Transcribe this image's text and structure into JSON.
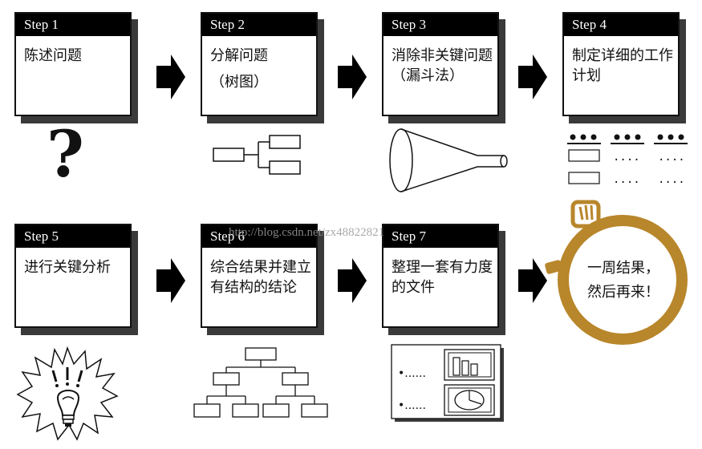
{
  "steps": [
    {
      "label": "Step 1",
      "text": "陈述问题",
      "sub": ""
    },
    {
      "label": "Step 2",
      "text": "分解问题",
      "sub": "（树图）"
    },
    {
      "label": "Step 3",
      "text": "消除非关键问题（漏斗法）",
      "sub": ""
    },
    {
      "label": "Step 4",
      "text": "制定详细的工作计划",
      "sub": ""
    },
    {
      "label": "Step 5",
      "text": "进行关键分析",
      "sub": ""
    },
    {
      "label": "Step 6",
      "text": "综合结果并建立有结构的结论",
      "sub": ""
    },
    {
      "label": "Step 7",
      "text": "整理一套有力度的文件",
      "sub": ""
    }
  ],
  "question_mark": "?",
  "plan_dots": [
    "....",
    "....",
    "....",
    "...."
  ],
  "doc_bullets": [
    "•......",
    "•......"
  ],
  "stopwatch": {
    "line1": "一周结果，",
    "line2": "然后再来！"
  },
  "watermark": "http://blog.csdn.net/zx48822821",
  "colors": {
    "ring": "#b8862b",
    "dark": "#111111"
  }
}
